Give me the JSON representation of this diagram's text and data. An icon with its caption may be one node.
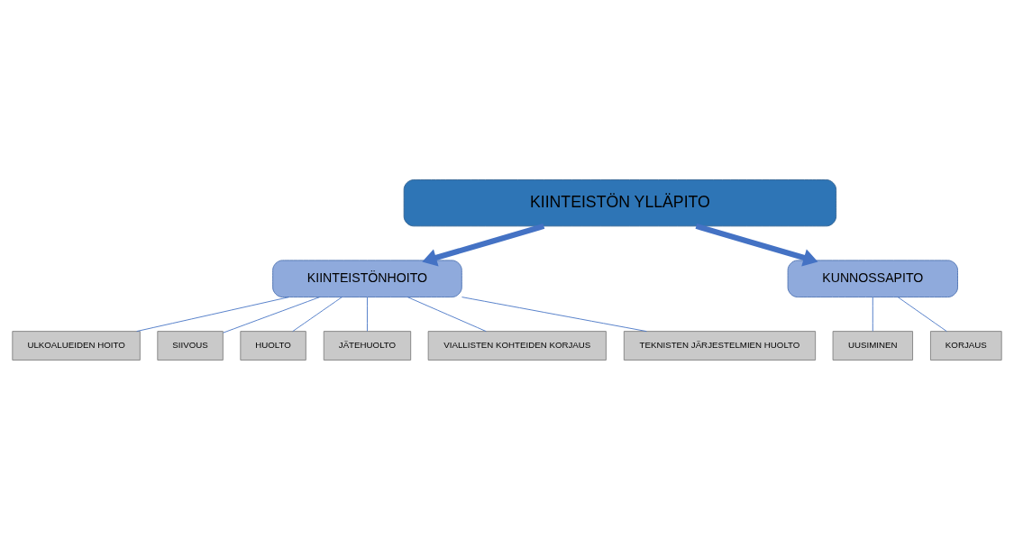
{
  "diagram": {
    "nodes": [
      {
        "text": [
          "KIINTEISTÖN YLLÄPITO"
        ]
      },
      {
        "text": [
          "KIINTEISTÖNHOITO"
        ]
      },
      {
        "text": [
          "KUNNOSSAPITO"
        ]
      },
      {
        "text": [
          "ULKOALUEIDEN HOITO"
        ]
      },
      {
        "text": [
          "SIIVOUS"
        ]
      },
      {
        "text": [
          "HUOLTO"
        ]
      },
      {
        "text": [
          "JÄTEHUOLTO"
        ]
      },
      {
        "text": [
          "VIALLISTEN KOHTEIDEN KORJAUS"
        ]
      },
      {
        "text": [
          "TEKNISTEN JÄRJESTELMIEN HUOLTO"
        ]
      },
      {
        "text": [
          "UUSIMINEN"
        ]
      },
      {
        "text": [
          "KORJAUS"
        ]
      }
    ],
    "edges": [
      {
        "from": 0,
        "to": 1,
        "arrow": "to",
        "style": "thick"
      },
      {
        "from": 0,
        "to": 2,
        "arrow": "to",
        "style": "thick"
      },
      {
        "from": 1,
        "to": 3,
        "arrow": "none"
      },
      {
        "from": 1,
        "to": 4,
        "arrow": "none"
      },
      {
        "from": 1,
        "to": 5,
        "arrow": "none"
      },
      {
        "from": 1,
        "to": 6,
        "arrow": "none"
      },
      {
        "from": 1,
        "to": 7,
        "arrow": "none"
      },
      {
        "from": 1,
        "to": 8,
        "arrow": "none"
      },
      {
        "from": 2,
        "to": 9,
        "arrow": "none"
      },
      {
        "from": 2,
        "to": 10,
        "arrow": "none"
      }
    ]
  }
}
